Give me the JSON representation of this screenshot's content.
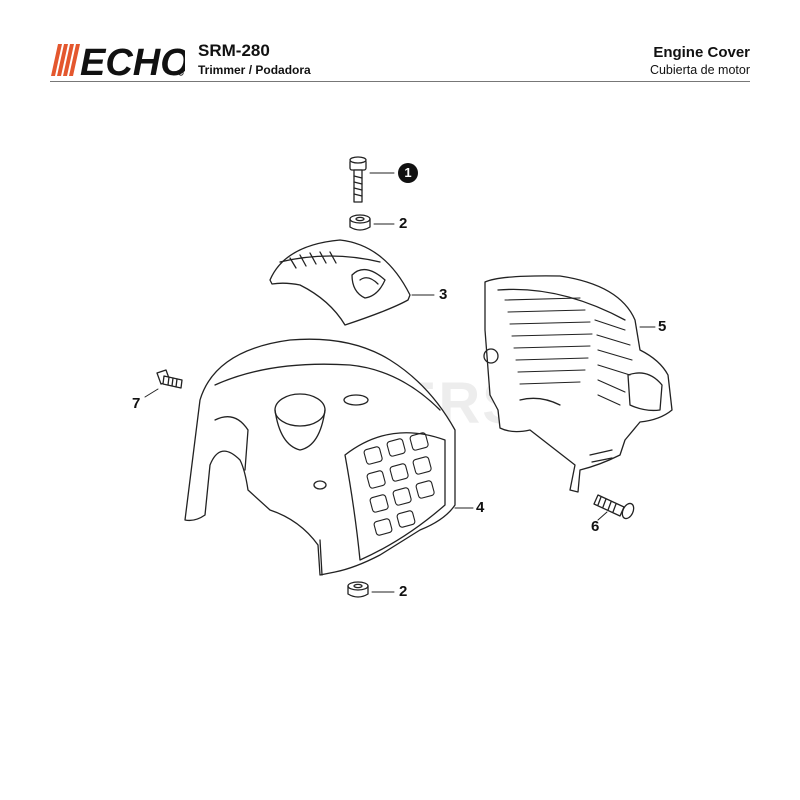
{
  "header": {
    "brand": "ECHO",
    "model": "SRM-280",
    "subtitle": "Trimmer / Podadora",
    "title_en": "Engine Cover",
    "title_es": "Cubierta de motor"
  },
  "callouts": {
    "c1": "1",
    "c2a": "2",
    "c3": "3",
    "c4": "4",
    "c2b": "2",
    "c5": "5",
    "c6": "6",
    "c7": "7"
  },
  "watermark": "CUTLERS",
  "colors": {
    "brand": "#e4572e",
    "ink": "#111111"
  }
}
